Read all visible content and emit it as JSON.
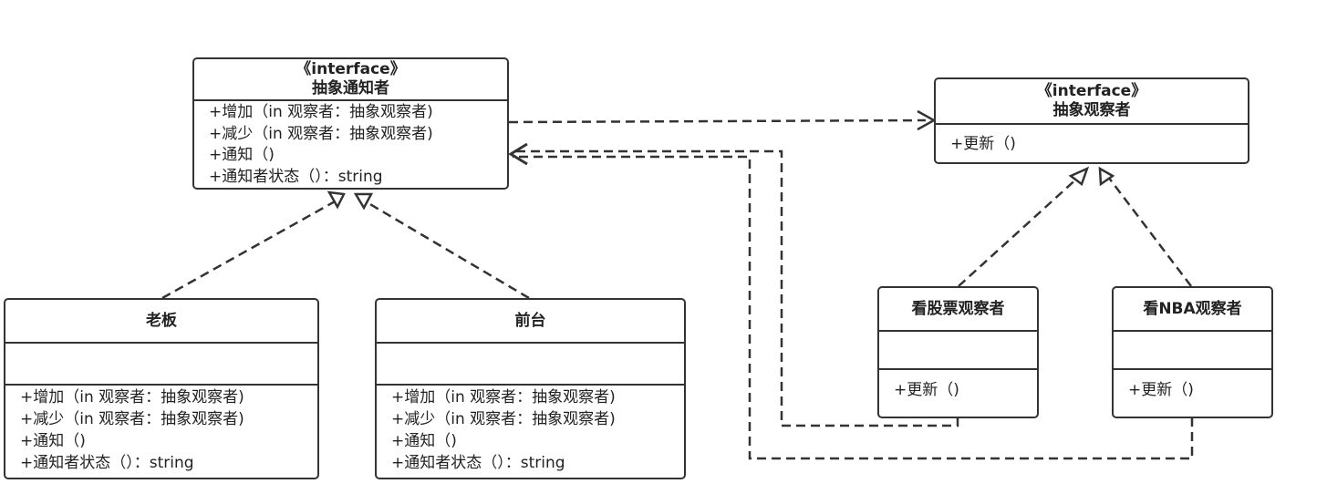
{
  "classes": {
    "abstract_notifier": {
      "stereotype": "《interface》",
      "name": "抽象通知者",
      "operations": [
        "+增加（in 观察者：抽象观察者)",
        "+减少（in 观察者：抽象观察者)",
        "+通知（)",
        "+通知者状态（）：string"
      ]
    },
    "abstract_observer": {
      "stereotype": "《interface》",
      "name": "抽象观察者",
      "operations": [
        "+更新（)"
      ]
    },
    "boss": {
      "name": "老板",
      "operations": [
        "+增加（in 观察者：抽象观察者)",
        "+减少（in 观察者：抽象观察者)",
        "+通知（)",
        "+通知者状态（）：string"
      ]
    },
    "secretary": {
      "name": "前台",
      "operations": [
        "+增加（in 观察者：抽象观察者)",
        "+减少（in 观察者：抽象观察者)",
        "+通知（)",
        "+通知者状态（）：string"
      ]
    },
    "stock_observer": {
      "name": "看股票观察者",
      "operations": [
        "+更新（)"
      ]
    },
    "nba_observer": {
      "name": "看NBA观察者",
      "operations": [
        "+更新（)"
      ]
    }
  },
  "style": {
    "line_color": "#333333",
    "background": "#ffffff"
  }
}
